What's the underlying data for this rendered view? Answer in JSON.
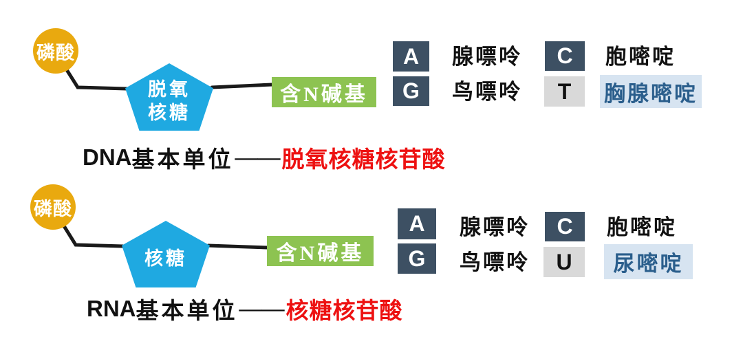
{
  "colors": {
    "phosphate_circle": "#E9A90F",
    "sugar_pentagon": "#1FA9E1",
    "n_base_box": "#8DC351",
    "letter_box_dark": "#3D5063",
    "letter_box_gray": "#D9D9D9",
    "highlight_bg": "#D7E4F1",
    "highlight_text": "#2A5E8C",
    "caption_red": "#ED1111",
    "connector_line": "#1A1A1A"
  },
  "dna": {
    "phosphate_label": "磷酸",
    "sugar_line1": "脱氧",
    "sugar_line2": "核糖",
    "n_base_label": "含N碱基",
    "bases": [
      {
        "letter": "A",
        "name": "腺嘌呤",
        "highlighted": false
      },
      {
        "letter": "G",
        "name": "鸟嘌呤",
        "highlighted": false
      },
      {
        "letter": "C",
        "name": "胞嘧啶",
        "highlighted": false
      },
      {
        "letter": "T",
        "name": "胸腺嘧啶",
        "highlighted": true
      }
    ],
    "caption_acronym": "DNA",
    "caption_prefix": "基本单位",
    "caption_dash": "——",
    "caption_term": "脱氧核糖核苷酸"
  },
  "rna": {
    "phosphate_label": "磷酸",
    "sugar_line1": "核糖",
    "sugar_line2": "",
    "n_base_label": "含N碱基",
    "bases": [
      {
        "letter": "A",
        "name": "腺嘌呤",
        "highlighted": false
      },
      {
        "letter": "G",
        "name": "鸟嘌呤",
        "highlighted": false
      },
      {
        "letter": "C",
        "name": "胞嘧啶",
        "highlighted": false
      },
      {
        "letter": "U",
        "name": "尿嘧啶",
        "highlighted": true
      }
    ],
    "caption_acronym": "RNA",
    "caption_prefix": "基本单位",
    "caption_dash": "——",
    "caption_term": "核糖核苷酸"
  }
}
